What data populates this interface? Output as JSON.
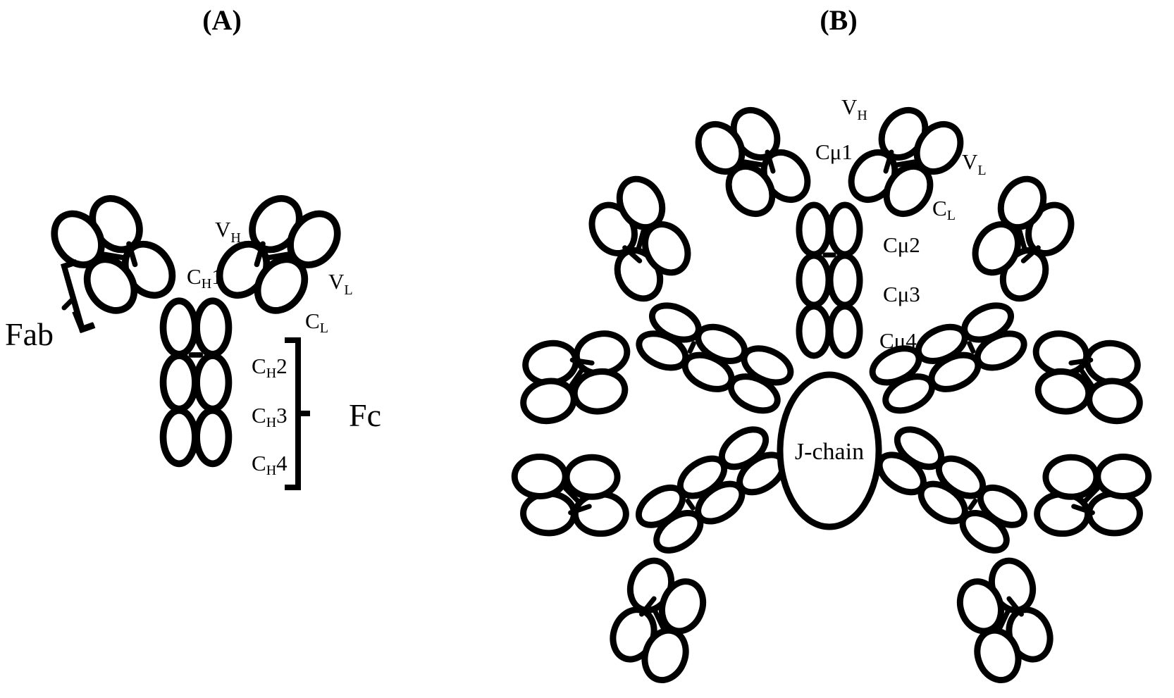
{
  "panels": {
    "a": {
      "label": "(A)",
      "domains": {
        "vh": {
          "main": "V",
          "sub": "H"
        },
        "ch1": {
          "main": "C",
          "sub": "H",
          "tail": "1"
        },
        "vl": {
          "main": "V",
          "sub": "L"
        },
        "cl": {
          "main": "C",
          "sub": "L"
        },
        "ch2": {
          "main": "C",
          "sub": "H",
          "tail": "2"
        },
        "ch3": {
          "main": "C",
          "sub": "H",
          "tail": "3"
        },
        "ch4": {
          "main": "C",
          "sub": "H",
          "tail": "4"
        }
      },
      "fab": "Fab",
      "fc": "Fc"
    },
    "b": {
      "label": "(B)",
      "domains": {
        "vh": {
          "main": "V",
          "sub": "H"
        },
        "cmu1": "Cμ1",
        "vl": {
          "main": "V",
          "sub": "L"
        },
        "cl": {
          "main": "C",
          "sub": "L"
        },
        "cmu2": "Cμ2",
        "cmu3": "Cμ3",
        "cmu4": "Cμ4"
      },
      "j_chain": "J-chain"
    }
  }
}
